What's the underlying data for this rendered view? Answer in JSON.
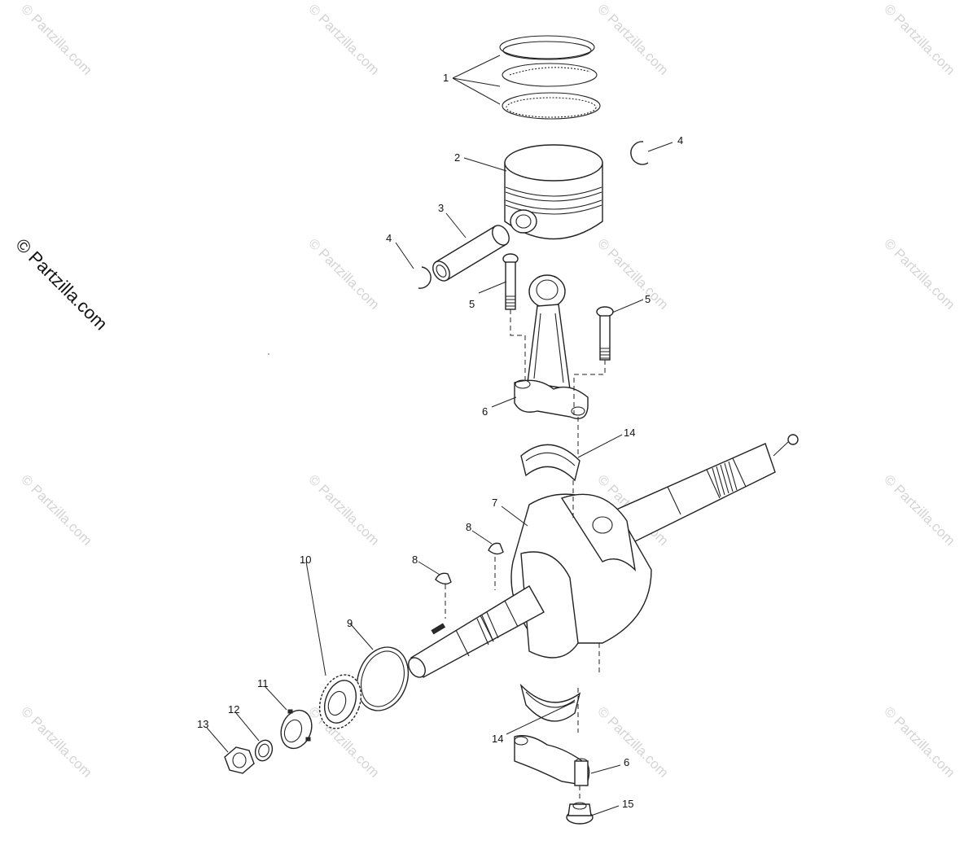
{
  "watermark": {
    "main_text": "© Partzilla.com",
    "tile_text": "© Partzilla.com"
  },
  "callouts": {
    "piston_rings": "1",
    "piston": "2",
    "piston_pin": "3",
    "circlip_right": "4",
    "circlip_left": "4",
    "bolt_left": "5",
    "bolt_right": "5",
    "conrod_upper": "6",
    "conrod_lower": "6",
    "crankshaft": "7",
    "key_upper": "8",
    "key_lower": "8",
    "o_ring": "9",
    "gear": "10",
    "lock_nut": "11",
    "washer": "12",
    "nut": "13",
    "bearing_upper": "14",
    "bearing_lower": "14",
    "flange_nut": "15"
  },
  "colors": {
    "line": "#222222",
    "watermark": "#d4d4d4"
  }
}
